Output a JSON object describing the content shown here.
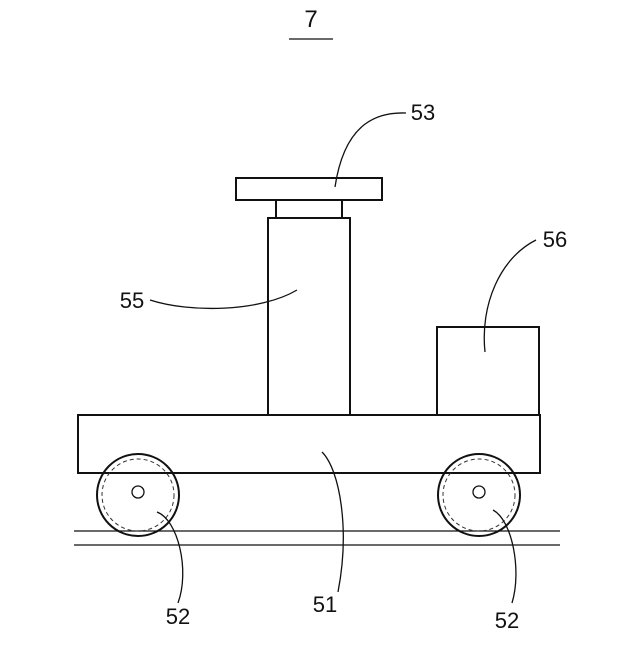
{
  "figure": {
    "number": "7"
  },
  "labels": {
    "platform": "53",
    "column": "55",
    "box": "56",
    "body": "51",
    "wheel_left": "52",
    "wheel_right": "52"
  }
}
